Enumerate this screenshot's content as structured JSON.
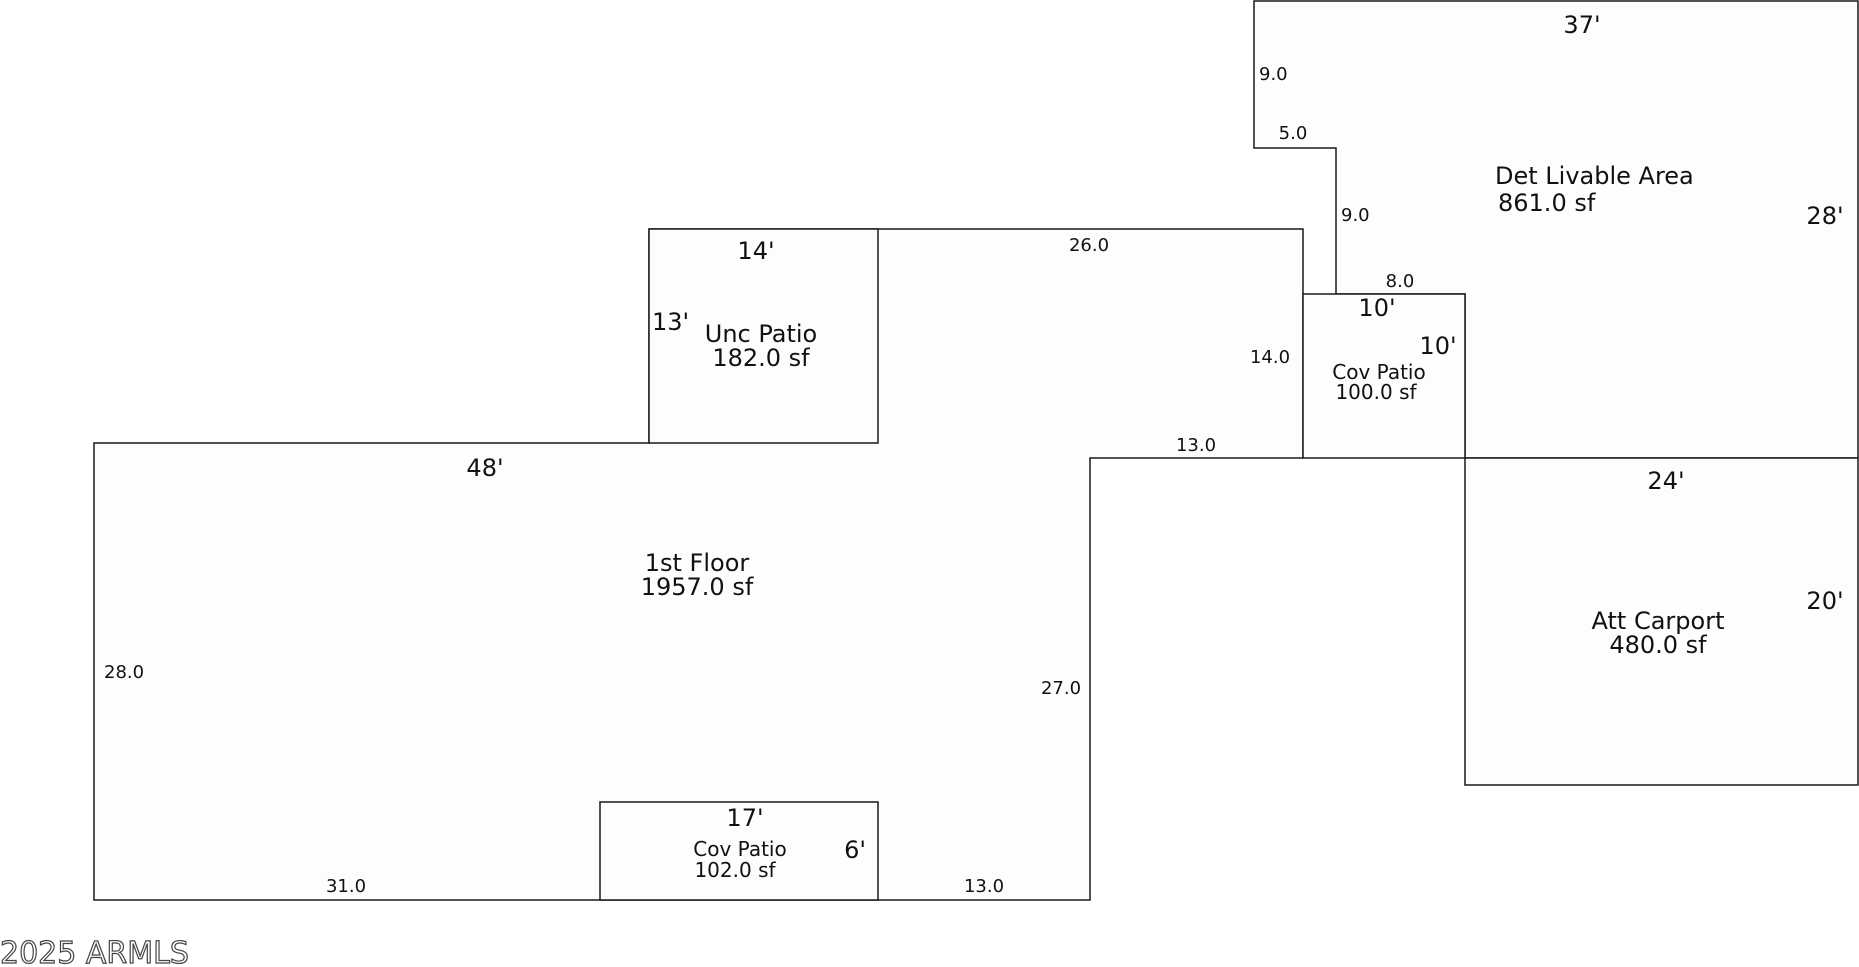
{
  "areas": {
    "first_floor": {
      "name": "1st Floor",
      "area": "1957.0 sf"
    },
    "unc_patio": {
      "name": "Unc Patio",
      "area": "182.0 sf"
    },
    "cov_patio_top": {
      "name": "Cov Patio",
      "area": "100.0 sf"
    },
    "cov_patio_bottom": {
      "name": "Cov Patio",
      "area": "102.0 sf"
    },
    "det_livable": {
      "name": "Det Livable Area",
      "area": "861.0 sf"
    },
    "att_carport": {
      "name": "Att Carport",
      "area": "480.0 sf"
    }
  },
  "dimensions": {
    "first_floor_top": "48'",
    "first_floor_left": "28.0",
    "first_floor_bottom_left": "31.0",
    "first_floor_bottom_right": "13.0",
    "first_floor_right": "27.0",
    "first_floor_step": "13.0",
    "first_floor_upper_top": "26.0",
    "first_floor_upper_right": "14.0",
    "unc_patio_top": "14'",
    "unc_patio_left": "13'",
    "cov_patio_top_top": "10'",
    "cov_patio_top_right": "10'",
    "cov_patio_bottom_top": "17'",
    "cov_patio_bottom_right": "6'",
    "det_top": "37'",
    "det_right": "28'",
    "det_notch_left": "9.0",
    "det_notch_top": "5.0",
    "det_notch_inner": "9.0",
    "det_bottom_inner": "8.0",
    "carport_top": "24'",
    "carport_right": "20'"
  },
  "watermark": "2025 ARMLS"
}
